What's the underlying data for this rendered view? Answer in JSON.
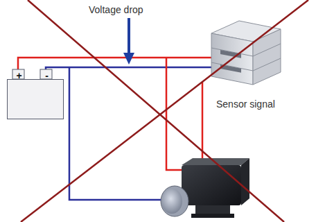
{
  "diagram": {
    "nodes": [
      {
        "text": [
          "+",
          "-"
        ]
      }
    ],
    "labels": [
      "Voltage drop",
      "Sensor signal"
    ]
  }
}
